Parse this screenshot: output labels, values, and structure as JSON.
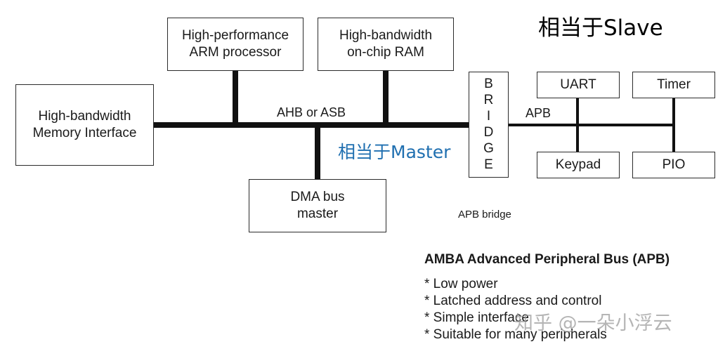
{
  "boxes": {
    "arm": "High-performance\nARM processor",
    "ram": "High-bandwidth\non-chip RAM",
    "memory": "High-bandwidth\nMemory Interface",
    "dma": "DMA bus\nmaster",
    "uart": "UART",
    "timer": "Timer",
    "keypad": "Keypad",
    "pio": "PIO"
  },
  "bridge_letters": [
    "B",
    "R",
    "I",
    "D",
    "G",
    "E"
  ],
  "bus_labels": {
    "ahb": "AHB or ASB",
    "apb": "APB",
    "apb_bridge": "APB bridge"
  },
  "annotations": {
    "slave": "相当于Slave",
    "master": "相当于Master",
    "slave_color": "#000000",
    "master_color": "#1f6fb0"
  },
  "description": {
    "title": "AMBA Advanced Peripheral Bus (APB)",
    "bullets": [
      "* Low power",
      "* Latched address and control",
      "* Simple interface",
      "* Suitable for many peripherals"
    ]
  },
  "watermark": "知乎 @一朵小浮云"
}
